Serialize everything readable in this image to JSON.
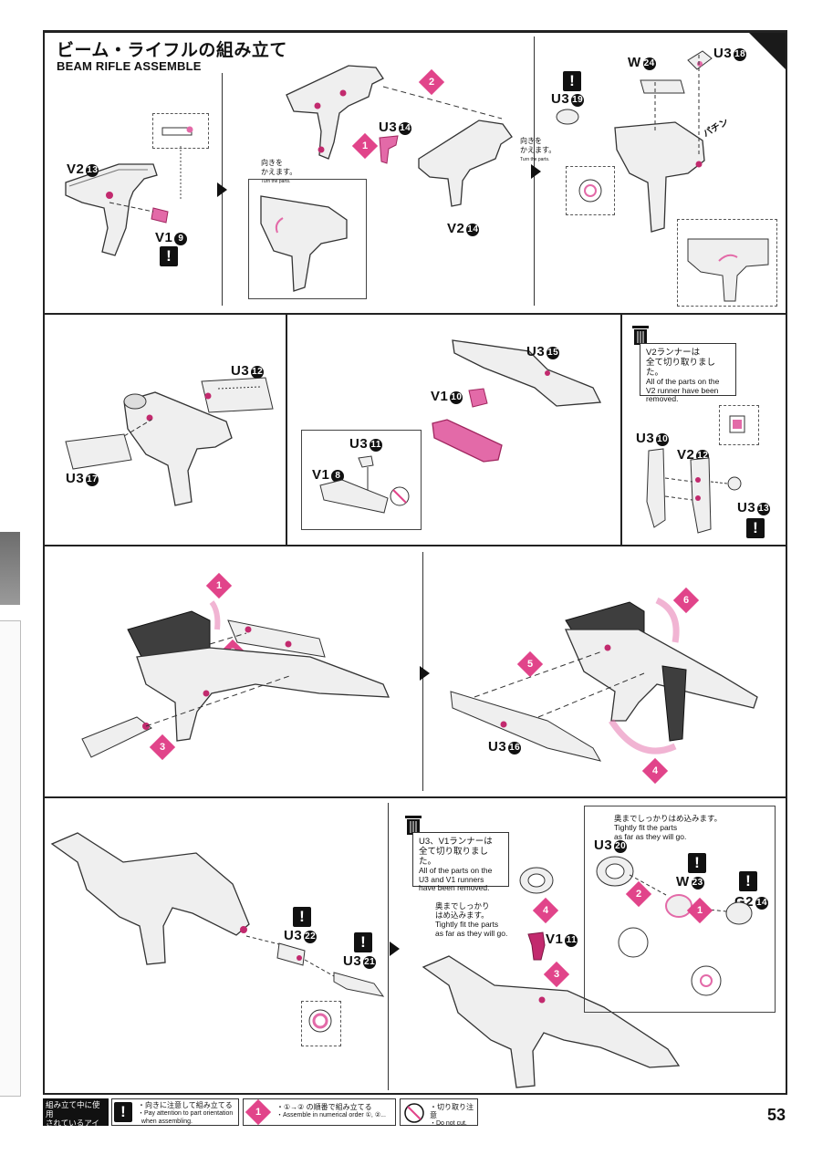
{
  "page": {
    "title_ja": "ビーム・ライフルの組み立て",
    "title_en": "BEAM RIFLE ASSEMBLE",
    "page_number": "53"
  },
  "colors": {
    "accent": "#e1448a",
    "part_pink": "#e36aa8",
    "line": "#222222"
  },
  "row1": {
    "p1": {
      "v2_label": "V2",
      "v2_num": "13",
      "v1_label": "V1",
      "v1_num": "9"
    },
    "p2": {
      "u3_label": "U3",
      "u3_num": "14",
      "v2_label": "V2",
      "v2_num": "14",
      "turn_ja": "向きを\nかえます。",
      "turn_en": "Turn the parts.",
      "step1": "1",
      "step2": "2"
    },
    "p3": {
      "w_label": "W",
      "w_num": "24",
      "u3a_label": "U3",
      "u3a_num": "18",
      "u3b_label": "U3",
      "u3b_num": "19",
      "turn_ja": "向きを\nかえます。",
      "turn_en": "Turn the parts.",
      "click": "パチン"
    }
  },
  "row2": {
    "p1": {
      "u3a_label": "U3",
      "u3a_num": "12",
      "u3b_label": "U3",
      "u3b_num": "17"
    },
    "p2": {
      "u3a_label": "U3",
      "u3a_num": "15",
      "v1a_label": "V1",
      "v1a_num": "10",
      "u3b_label": "U3",
      "u3b_num": "11",
      "v1b_label": "V1",
      "v1b_num": "8"
    },
    "p3": {
      "runner_ja": "V2ランナーは\n全て切り取りました。",
      "runner_en": "All of the parts on the\nV2 runner have been\nremoved.",
      "u3a_label": "U3",
      "u3a_num": "10",
      "v2_label": "V2",
      "v2_num": "12",
      "u3b_label": "U3",
      "u3b_num": "13"
    }
  },
  "row3": {
    "p1": {
      "steps": [
        "1",
        "2",
        "3"
      ]
    },
    "p2": {
      "steps": [
        "4",
        "5",
        "6"
      ],
      "u3_label": "U3",
      "u3_num": "16"
    }
  },
  "row4": {
    "p1": {
      "u3a_label": "U3",
      "u3a_num": "22",
      "u3b_label": "U3",
      "u3b_num": "21"
    },
    "p2": {
      "runner_ja": "U3、V1ランナーは\n全て切り取りました。",
      "runner_en": "All of the parts on the\nU3 and V1 runners\nhave been removed.",
      "fit_ja": "奥までしっかり\nはめ込みます。",
      "fit_en": "Tightly fit the parts\nas far as they will go.",
      "v1_label": "V1",
      "v1_num": "11",
      "steps": [
        "3",
        "4"
      ]
    },
    "p3": {
      "fit_ja": "奥までしっかりはめ込みます。",
      "fit_en": "Tightly fit the parts\nas far as they will go.",
      "u3_label": "U3",
      "u3_num": "20",
      "w_label": "W",
      "w_num": "23",
      "g2_label": "G2",
      "g2_num": "14",
      "steps": [
        "1",
        "2"
      ]
    }
  },
  "legend": {
    "title_ja": "組み立て中に使用\nされているアイコン",
    "title_en": "Symbols used in instructions",
    "orient_ja": "・向きに注意して組み立てる",
    "orient_en": "・Pay attention to part orientation\n  when assembling.",
    "order_ja": "・①→② の順番で組み立てる",
    "order_en": "・Assemble in numerical order ①, ②...",
    "nocut_ja": "・切り取り注意",
    "nocut_en": "・Do not cut."
  }
}
